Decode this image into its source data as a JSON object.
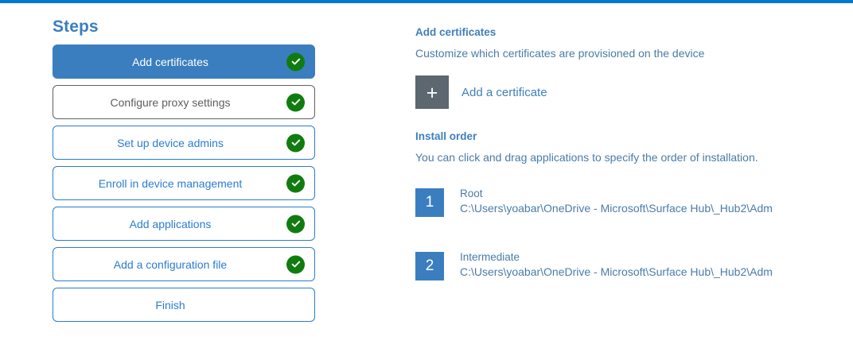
{
  "accent_color": "#0078d4",
  "active_step_color": "#3a7ebf",
  "check_color": "#107c10",
  "steps_panel": {
    "title": "Steps",
    "items": [
      {
        "label": "Add certificates",
        "state": "active",
        "completed": true
      },
      {
        "label": "Configure proxy settings",
        "state": "muted",
        "completed": true
      },
      {
        "label": "Set up device admins",
        "state": "default",
        "completed": true
      },
      {
        "label": "Enroll in device management",
        "state": "default",
        "completed": true
      },
      {
        "label": "Add applications",
        "state": "default",
        "completed": true
      },
      {
        "label": "Add a configuration file",
        "state": "default",
        "completed": true
      },
      {
        "label": "Finish",
        "state": "default",
        "completed": false
      }
    ]
  },
  "detail": {
    "certificates": {
      "heading": "Add certificates",
      "description": "Customize which certificates are provisioned on the device",
      "add_button_label": "Add a certificate",
      "add_button_glyph": "+"
    },
    "install_order": {
      "heading": "Install order",
      "description": "You can click and drag applications to specify the order of installation.",
      "items": [
        {
          "number": "1",
          "name": "Root",
          "path": "C:\\Users\\yoabar\\OneDrive - Microsoft\\Surface Hub\\_Hub2\\Adm"
        },
        {
          "number": "2",
          "name": "Intermediate",
          "path": "C:\\Users\\yoabar\\OneDrive - Microsoft\\Surface Hub\\_Hub2\\Adm"
        }
      ]
    }
  }
}
